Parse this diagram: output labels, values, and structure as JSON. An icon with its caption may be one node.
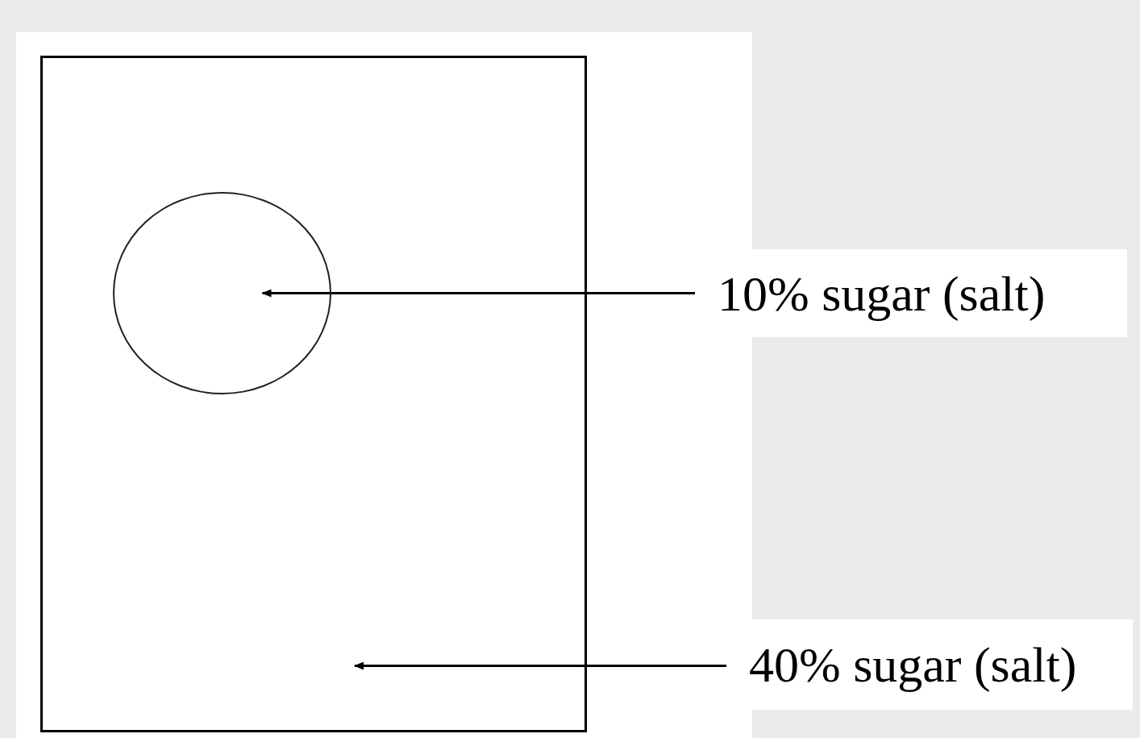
{
  "diagram": {
    "nodes": [
      {
        "text": [],
        "shape": "box"
      },
      {
        "text": [],
        "shape": "circle",
        "in": 0
      },
      {
        "text": [
          "10% sugar (salt)"
        ]
      },
      {
        "text": [
          "40% sugar (salt)"
        ]
      }
    ],
    "edges": [
      {
        "from": 2,
        "to": 1,
        "arrow": "to"
      },
      {
        "from": 3,
        "to": 0,
        "arrow": "to"
      }
    ]
  }
}
